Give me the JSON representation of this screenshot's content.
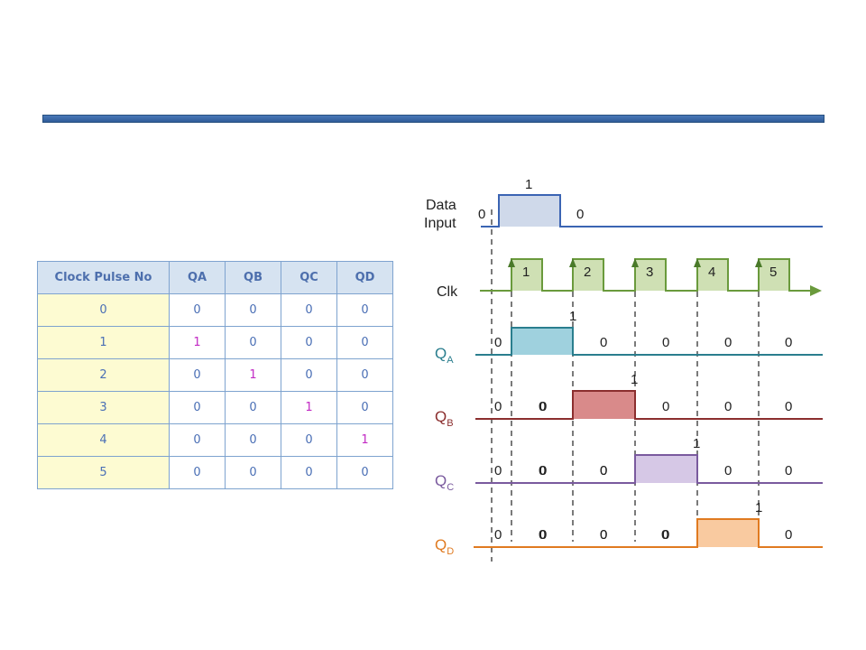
{
  "table": {
    "headers": [
      "Clock Pulse No",
      "QA",
      "QB",
      "QC",
      "QD"
    ],
    "rows": [
      [
        "0",
        "0",
        "0",
        "0",
        "0"
      ],
      [
        "1",
        "1",
        "0",
        "0",
        "0"
      ],
      [
        "2",
        "0",
        "1",
        "0",
        "0"
      ],
      [
        "3",
        "0",
        "0",
        "1",
        "0"
      ],
      [
        "4",
        "0",
        "0",
        "0",
        "1"
      ],
      [
        "5",
        "0",
        "0",
        "0",
        "0"
      ]
    ]
  },
  "diagram": {
    "data_label_1": "Data",
    "data_label_2": "Input",
    "clk_label": "Clk",
    "q_labels": [
      "Q",
      "Q",
      "Q",
      "Q"
    ],
    "q_subs": [
      "A",
      "B",
      "C",
      "D"
    ],
    "pulse_numbers": [
      "1",
      "2",
      "3",
      "4",
      "5"
    ],
    "data_values": [
      "0",
      "1",
      "0"
    ],
    "colors": {
      "data": "#3b64b3",
      "clk": "#6a9a3c",
      "qa": "#2a7e8e",
      "qb": "#8b2e2e",
      "qc": "#7a5a9e",
      "qd": "#e07a20",
      "accent_bar": "#3a6aac"
    }
  }
}
